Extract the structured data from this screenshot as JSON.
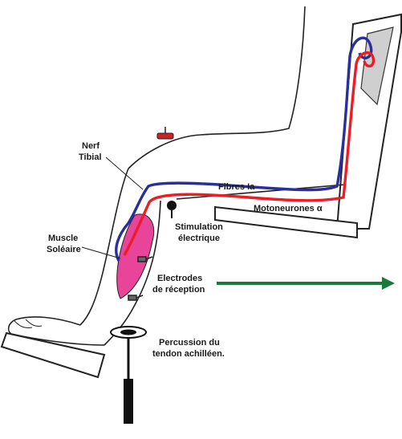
{
  "labels": {
    "nerf_line1": "Nerf",
    "nerf_line2": "Tibial",
    "fibres": "Fibres Ia",
    "motoneurones": "Motoneurones α",
    "stimulation_line1": "Stimulation",
    "stimulation_line2": "électrique",
    "muscle_line1": "Muscle",
    "muscle_line2": "Soléaire",
    "electrodes_line1": "Electrodes",
    "electrodes_line2": "de réception",
    "percussion_line1": "Percussion du",
    "percussion_line2": "tendon achilléen."
  },
  "colors": {
    "afferent": "#2b2f9c",
    "efferent": "#ee1c24",
    "muscle": "#e8459a",
    "arrow": "#1a7a3a",
    "outline": "#222222"
  }
}
